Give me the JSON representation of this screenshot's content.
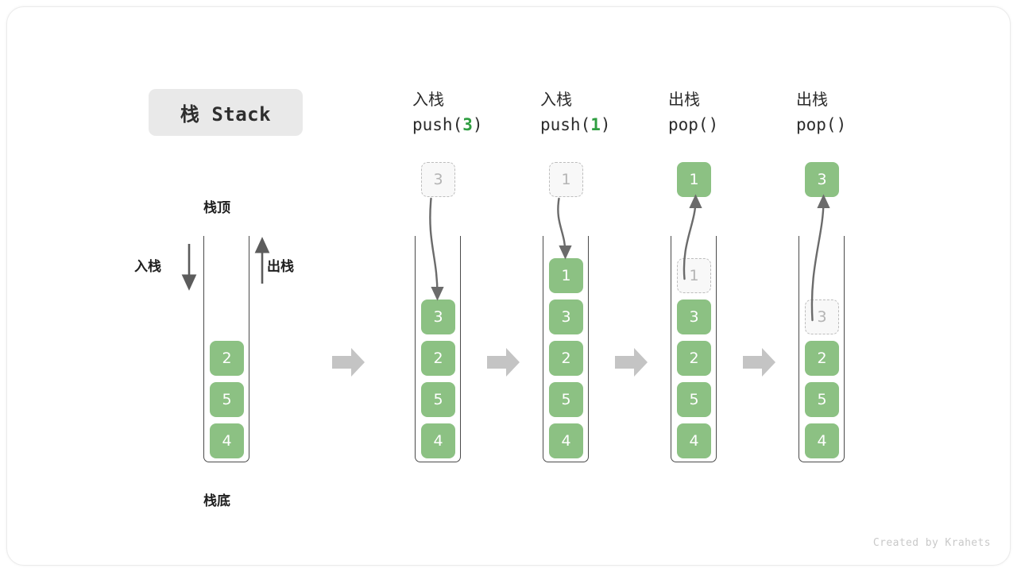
{
  "figure": {
    "title_chip": "栈 Stack",
    "footer": "Created by Krahets",
    "accent_green": "#8cc183",
    "ghost_gray": "#b4b4b4",
    "arrow_gray": "#c4c4c4",
    "labels": {
      "top": "栈顶",
      "bottom": "栈底",
      "push_side": "入栈",
      "pop_side": "出栈"
    }
  },
  "columns": [
    {
      "id": "initial",
      "header_cn": "",
      "header_code_prefix": "",
      "header_code_arg": "",
      "header_code_suffix": "",
      "float_cell": null,
      "float_style": "",
      "stack": [
        "2",
        "5",
        "4"
      ],
      "ghost_index": -1
    },
    {
      "id": "push-3",
      "header_cn": "入栈",
      "header_code_prefix": "push(",
      "header_code_arg": "3",
      "header_code_suffix": ")",
      "float_cell": "3",
      "float_style": "ghost",
      "stack": [
        "3",
        "2",
        "5",
        "4"
      ],
      "ghost_index": -1
    },
    {
      "id": "push-1",
      "header_cn": "入栈",
      "header_code_prefix": "push(",
      "header_code_arg": "1",
      "header_code_suffix": ")",
      "float_cell": "1",
      "float_style": "ghost",
      "stack": [
        "1",
        "3",
        "2",
        "5",
        "4"
      ],
      "ghost_index": -1
    },
    {
      "id": "pop-1",
      "header_cn": "出栈",
      "header_code_prefix": "pop(",
      "header_code_arg": "",
      "header_code_suffix": ")",
      "float_cell": "1",
      "float_style": "filled",
      "stack": [
        "1",
        "3",
        "2",
        "5",
        "4"
      ],
      "ghost_index": 0
    },
    {
      "id": "pop-3",
      "header_cn": "出栈",
      "header_code_prefix": "pop(",
      "header_code_arg": "",
      "header_code_suffix": ")",
      "float_cell": "3",
      "float_style": "filled",
      "stack": [
        "3",
        "2",
        "5",
        "4"
      ],
      "ghost_index": 0
    }
  ],
  "chart_data": {
    "type": "diagram",
    "title": "栈 Stack",
    "description": "Stack push/pop operation sequence",
    "steps": [
      {
        "op": "initial",
        "stack_top_to_bottom": [
          "2",
          "5",
          "4"
        ]
      },
      {
        "op": "push(3)",
        "stack_top_to_bottom": [
          "3",
          "2",
          "5",
          "4"
        ]
      },
      {
        "op": "push(1)",
        "stack_top_to_bottom": [
          "1",
          "3",
          "2",
          "5",
          "4"
        ]
      },
      {
        "op": "pop()",
        "returns": "1",
        "stack_top_to_bottom": [
          "3",
          "2",
          "5",
          "4"
        ]
      },
      {
        "op": "pop()",
        "returns": "3",
        "stack_top_to_bottom": [
          "2",
          "5",
          "4"
        ]
      }
    ]
  }
}
